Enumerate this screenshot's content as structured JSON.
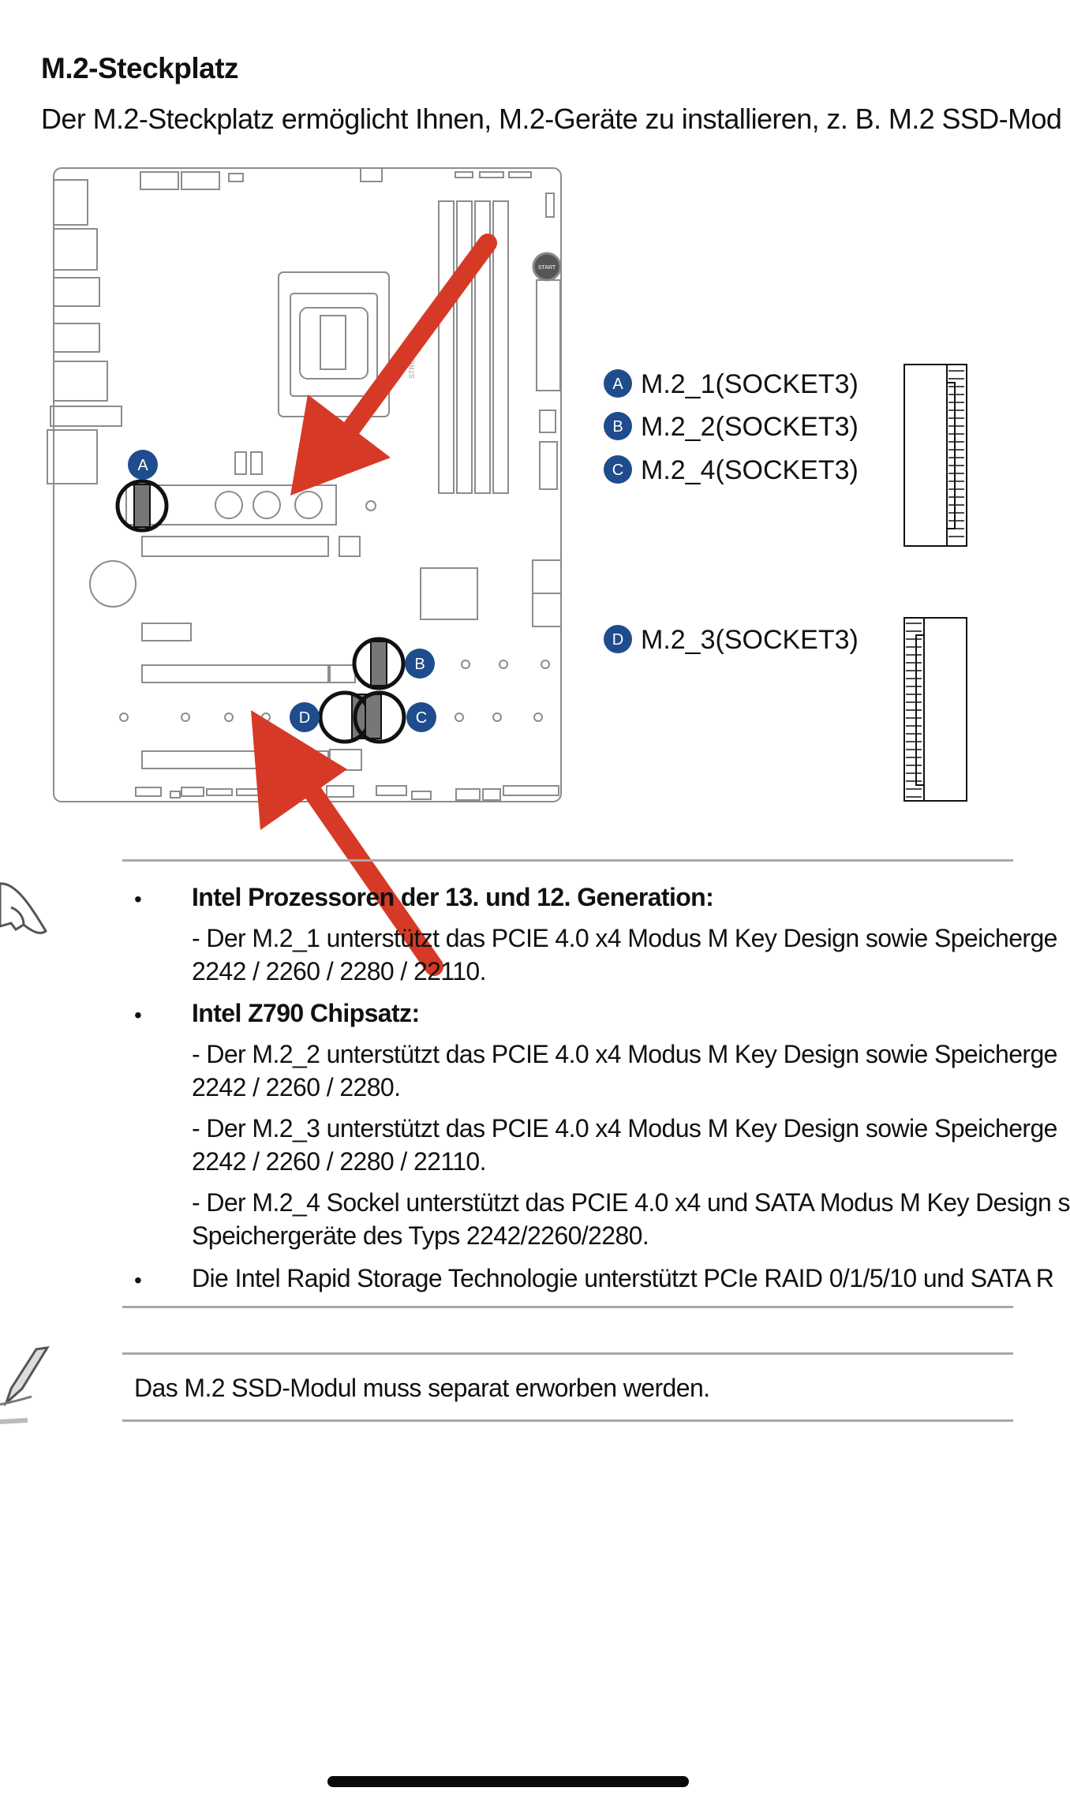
{
  "page": {
    "title": "M.2-Steckplatz",
    "intro": "Der M.2-Steckplatz ermöglicht Ihnen, M.2-Geräte zu installieren, z. B. M.2 SSD-Mod"
  },
  "diagram": {
    "callouts": [
      "A",
      "B",
      "C",
      "D"
    ],
    "socket_labels": [
      {
        "badge": "A",
        "text": "M.2_1(SOCKET3)"
      },
      {
        "badge": "B",
        "text": "M.2_2(SOCKET3)"
      },
      {
        "badge": "C",
        "text": "M.2_4(SOCKET3)"
      },
      {
        "badge": "D",
        "text": "M.2_3(SOCKET3)"
      }
    ],
    "board_model_text": "STRIX Z790-F",
    "start_button_text": "START",
    "badge_color": "#1f4c8c",
    "arrow_color": "#d63a26"
  },
  "notes": {
    "bullet_char": "•",
    "bullet1_heading": "Intel Prozessoren der 13. und 12. Generation:",
    "m2_1_line1": " - Der M.2_1 unterstützt das PCIE 4.0 x4 Modus M Key Design sowie Speicherge",
    "m2_1_line2": "2242 / 2260 / 2280 / 22110.",
    "bullet2_heading": "Intel Z790 Chipsatz:",
    "m2_2_line1": " - Der M.2_2 unterstützt das PCIE 4.0 x4 Modus M Key Design sowie Speicherge",
    "m2_2_line2": "2242 / 2260 / 2280.",
    "m2_3_line1": " - Der M.2_3 unterstützt das PCIE 4.0 x4 Modus M Key Design sowie Speicherge",
    "m2_3_line2": "2242 / 2260 / 2280 / 22110.",
    "m2_4_line1": " - Der M.2_4 Sockel unterstützt das PCIE 4.0 x4 und SATA Modus M Key Design s",
    "m2_4_line2": "Speichergeräte des Typs 2242/2260/2280.",
    "bullet3": "Die Intel Rapid Storage Technologie unterstützt PCIe RAID 0/1/5/10 und SATA R",
    "purchase_note": "Das M.2 SSD-Modul muss separat erworben werden."
  }
}
